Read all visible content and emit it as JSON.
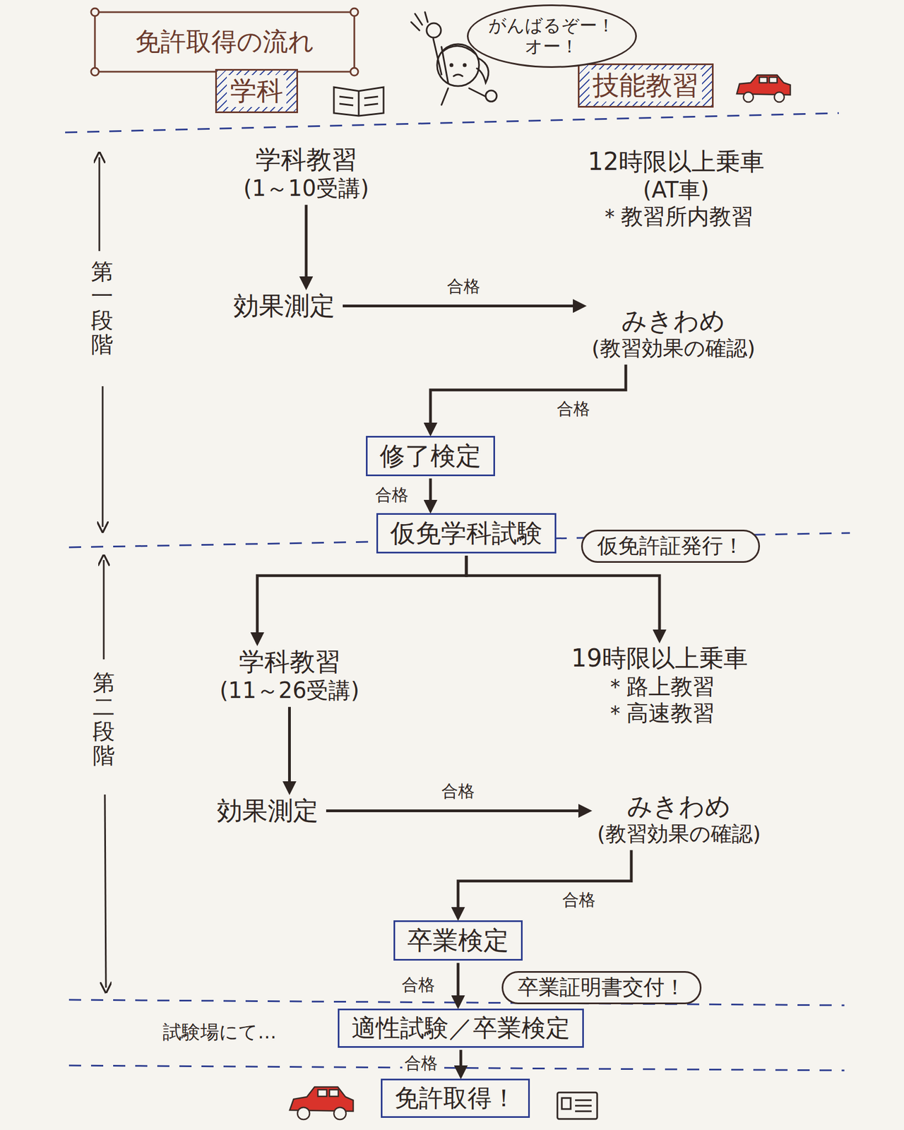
{
  "diagram": {
    "title": "免許取得の流れ",
    "nodes": [
      {
        "text": [
          "学科"
        ]
      },
      {
        "text": [
          "技能教習"
        ]
      },
      {
        "text": [
          "がんばるぞー！ オー！"
        ]
      },
      {
        "text": [
          "学科教習",
          "(1～10受講)"
        ]
      },
      {
        "text": [
          "12時限以上乗車",
          "(AT車)",
          "＊教習所内教習"
        ]
      },
      {
        "text": [
          "効果測定"
        ]
      },
      {
        "text": [
          "みきわめ",
          "(教習効果の確認)"
        ]
      },
      {
        "text": [
          "修了検定"
        ]
      },
      {
        "text": [
          "仮免学科試験"
        ]
      },
      {
        "text": [
          "仮免許証発行！"
        ]
      },
      {
        "text": [
          "学科教習",
          "(11～26受講)"
        ]
      },
      {
        "text": [
          "19時限以上乗車",
          "＊路上教習",
          "＊高速教習"
        ]
      },
      {
        "text": [
          "効果測定"
        ]
      },
      {
        "text": [
          "みきわめ",
          "(教習効果の確認)"
        ]
      },
      {
        "text": [
          "卒業検定"
        ]
      },
      {
        "text": [
          "卒業証明書交付！"
        ]
      },
      {
        "text": [
          "適性試験／卒業検定"
        ]
      },
      {
        "text": [
          "免許取得！"
        ]
      }
    ],
    "edges": [
      {
        "from": 3,
        "to": 5,
        "arrow": "to"
      },
      {
        "from": 5,
        "to": 6,
        "label": "合格",
        "arrow": "to"
      },
      {
        "from": 6,
        "to": 7,
        "label": "合格",
        "arrow": "to"
      },
      {
        "from": 7,
        "to": 8,
        "label": "合格",
        "arrow": "to"
      },
      {
        "from": 8,
        "to": 10,
        "arrow": "to"
      },
      {
        "from": 8,
        "to": 11,
        "arrow": "to"
      },
      {
        "from": 10,
        "to": 12,
        "arrow": "to"
      },
      {
        "from": 12,
        "to": 13,
        "label": "合格",
        "arrow": "to"
      },
      {
        "from": 13,
        "to": 14,
        "label": "合格",
        "arrow": "to"
      },
      {
        "from": 14,
        "to": 16,
        "label": "合格",
        "arrow": "to"
      },
      {
        "from": 16,
        "to": 17,
        "label": "合格",
        "arrow": "to"
      }
    ],
    "labels": [
      "第一段階",
      "第二段階",
      "試験場にて…"
    ]
  }
}
